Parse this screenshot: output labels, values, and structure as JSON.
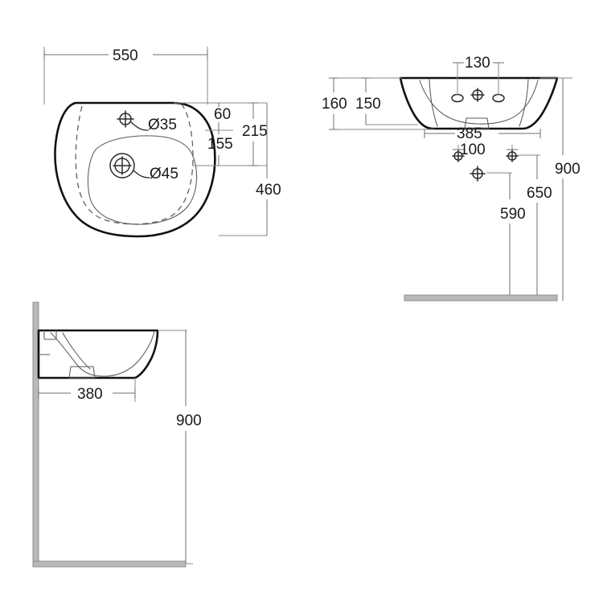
{
  "document": {
    "type": "technical-drawing",
    "subject": "wall-hung washbasin dimensional drawing",
    "units": "mm",
    "background_color": "#ffffff",
    "line_color": "#111111"
  },
  "views": [
    {
      "id": "top-view",
      "name": "Plan / top view",
      "position": "top-left"
    },
    {
      "id": "front-view",
      "name": "Front elevation",
      "position": "top-right"
    },
    {
      "id": "side-view",
      "name": "Side elevation",
      "position": "bottom-left"
    }
  ],
  "top_view": {
    "width_label": "550",
    "depth_label": "460",
    "offset_60_label": "60",
    "offset_155_label": "155",
    "offset_215_label": "215",
    "tap_hole_label": "Ø35",
    "waste_hole_label": "Ø45"
  },
  "front_view": {
    "tap_spacing_label": "130",
    "height_160_label": "160",
    "height_150_label": "150",
    "base_width_label": "385",
    "bracket_spacing_label": "100",
    "rim_height_label": "900",
    "bracket_height_label": "650",
    "waste_height_label": "590"
  },
  "side_view": {
    "projection_label": "380",
    "rim_height_label": "900"
  },
  "all_dimension_values": [
    "550",
    "460",
    "60",
    "155",
    "215",
    "Ø35",
    "Ø45",
    "130",
    "160",
    "150",
    "385",
    "100",
    "900",
    "650",
    "590",
    "380",
    "900"
  ]
}
